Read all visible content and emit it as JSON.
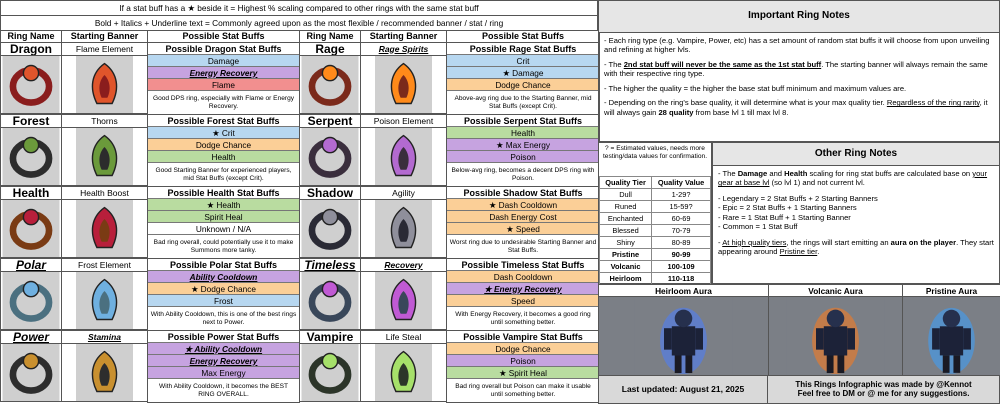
{
  "top": {
    "line1": "If a stat buff has a ★ beside it = Highest % scaling compared to other rings with the same stat buff",
    "line2": "Bold + Italics + Underline text = Commonly agreed upon as the most flexible / recommended banner / stat / ring"
  },
  "headers": {
    "ring_name": "Ring Name",
    "starting_banner": "Starting Banner",
    "possible_stat_buffs": "Possible Stat Buffs"
  },
  "rings_left": [
    {
      "name": "Dragon",
      "banner": "Flame Element",
      "title": "Possible Dragon Stat Buffs",
      "stats": [
        {
          "t": "Damage",
          "c": "c-blue"
        },
        {
          "t": "Energy Recovery",
          "c": "c-purple",
          "bi": true
        },
        {
          "t": "Flame",
          "c": "c-red"
        }
      ],
      "desc": "Good DPS ring, especially with Flame or Energy Recovery."
    },
    {
      "name": "Forest",
      "banner": "Thorns",
      "title": "Possible Forest Stat Buffs",
      "stats": [
        {
          "t": "★ Crit",
          "c": "c-blue"
        },
        {
          "t": "Dodge Chance",
          "c": "c-orange"
        },
        {
          "t": "Health",
          "c": "c-green"
        }
      ],
      "desc": "Good Starting Banner for experienced players, mid Stat Buffs (except Crit)."
    },
    {
      "name": "Health",
      "banner": "Health Boost",
      "title": "Possible Health Stat Buffs",
      "stats": [
        {
          "t": "★ Health",
          "c": "c-green"
        },
        {
          "t": "Spirit Heal",
          "c": "c-green"
        },
        {
          "t": "Unknown  /  N/A",
          "c": "c-white"
        }
      ],
      "desc": "Bad ring overall, could potentially use it to make Summons more tanky."
    },
    {
      "name": "Polar",
      "banner": "Frost Element",
      "title": "Possible Polar Stat Buffs",
      "stats": [
        {
          "t": "Ability Cooldown",
          "c": "c-purple",
          "bi": true
        },
        {
          "t": "★ Dodge Chance",
          "c": "c-orange"
        },
        {
          "t": "Frost",
          "c": "c-blue"
        }
      ],
      "desc": "With Ability Cooldown, this is one of the best rings next to Power."
    },
    {
      "name": "Power",
      "banner": "Stamina",
      "title": "Possible Power Stat Buffs",
      "stats": [
        {
          "t": "★ Ability Cooldown",
          "c": "c-purple",
          "bi": true
        },
        {
          "t": "Energy Recovery",
          "c": "c-purple",
          "bi": true
        },
        {
          "t": "Max Energy",
          "c": "c-purple"
        }
      ],
      "desc": "With Ability Cooldown, it becomes the BEST RING OVERALL."
    }
  ],
  "rings_right": [
    {
      "name": "Rage",
      "banner": "Rage Spirits",
      "title": "Possible Rage Stat Buffs",
      "stats": [
        {
          "t": "Crit",
          "c": "c-blue"
        },
        {
          "t": "★ Damage",
          "c": "c-blue"
        },
        {
          "t": "Dodge Chance",
          "c": "c-orange"
        }
      ],
      "desc": "Above-avg ring due to the Starting Banner, mid Stat Buffs (except Crit)."
    },
    {
      "name": "Serpent",
      "banner": "Poison Element",
      "title": "Possible Serpent Stat Buffs",
      "stats": [
        {
          "t": "Health",
          "c": "c-green"
        },
        {
          "t": "★ Max Energy",
          "c": "c-purple"
        },
        {
          "t": "Poison",
          "c": "c-purple"
        }
      ],
      "desc": "Below-avg ring, becomes a decent DPS ring with Poison."
    },
    {
      "name": "Shadow",
      "banner": "Agility",
      "title": "Possible Shadow Stat Buffs",
      "stats": [
        {
          "t": "★ Dash Cooldown",
          "c": "c-orange"
        },
        {
          "t": "Dash Energy Cost",
          "c": "c-orange"
        },
        {
          "t": "★ Speed",
          "c": "c-orange"
        }
      ],
      "desc": "Worst ring due to undesirable Starting Banner and Stat Buffs."
    },
    {
      "name": "Timeless",
      "banner": "Recovery",
      "title": "Possible Timeless Stat Buffs",
      "stats": [
        {
          "t": "Dash Cooldown",
          "c": "c-orange"
        },
        {
          "t": "★ Energy Recovery",
          "c": "c-purple",
          "bi": true
        },
        {
          "t": "Speed",
          "c": "c-orange"
        }
      ],
      "desc": "With Energy Recovery, it becomes a good ring until something better."
    },
    {
      "name": "Vampire",
      "banner": "Life Steal",
      "title": "Possible Vampire Stat Buffs",
      "stats": [
        {
          "t": "Dodge Chance",
          "c": "c-orange"
        },
        {
          "t": "Poison",
          "c": "c-purple"
        },
        {
          "t": "★ Spirit Heal",
          "c": "c-green"
        }
      ],
      "desc": "Bad ring overall but Poison can make it usable until something better."
    }
  ],
  "important": {
    "title": "Important Ring Notes",
    "p1": "- Each ring type (e.g. Vampire, Power, etc) has a set amount of random stat buffs it will choose from upon unveiling and refining at higher lvls.",
    "p2a": "- The ",
    "p2b": "2nd stat buff will never be the same as the 1st stat buff",
    "p2c": ". The starting banner will always remain the same with their respective ring type.",
    "p3": "- The higher the quality = the higher the base stat buff minimum and maximum values are.",
    "p4a": "- Depending on the ring's base quality, it will determine what is your max quality tier. ",
    "p4b": "Regardless of the ring rarity",
    "p4c": ", it will always gain ",
    "p4d": "28 quality",
    "p4e": " from base lvl 1 till max lvl 8."
  },
  "quality": {
    "note": "? = Estimated values, needs more testing/data values for confirmation.",
    "h1": "Quality Tier",
    "h2": "Quality Value",
    "rows": [
      {
        "tier": "Dull",
        "value": "1-29?",
        "b": false
      },
      {
        "tier": "Runed",
        "value": "15-59?",
        "b": false
      },
      {
        "tier": "Enchanted",
        "value": "60-69",
        "b": false
      },
      {
        "tier": "Blessed",
        "value": "70-79",
        "b": false
      },
      {
        "tier": "Shiny",
        "value": "80-89",
        "b": false
      },
      {
        "tier": "Pristine",
        "value": "90-99",
        "b": true
      },
      {
        "tier": "Volcanic",
        "value": "100-109",
        "b": true
      },
      {
        "tier": "Heirloom",
        "value": "110-118",
        "b": true
      }
    ]
  },
  "other": {
    "title": "Other Ring Notes",
    "p1a": "- The ",
    "p1b": "Damage",
    "p1c": " and ",
    "p1d": "Health",
    "p1e": " scaling for ring stat buffs are calculated base on ",
    "p1f": "your gear at base lvl",
    "p1g": " (so lvl 1) and not current lvl.",
    "l1": "- Legendary = 2 Stat Buffs + 2 Starting Banners",
    "l2": "- Epic = 2 Stat Buffs + 1 Starting Banners",
    "l3": "- Rare = 1 Stat Buff + 1 Starting Banner",
    "l4": "- Common = 1 Stat Buff",
    "p2a": "- ",
    "p2b": "At high quality tiers",
    "p2c": ", the rings will start emitting an ",
    "p2d": "aura on the player",
    "p2e": ". They start appearing around ",
    "p2f": "Pristine tier",
    "p2g": "."
  },
  "auras": [
    {
      "label": "Heirloom Aura",
      "glow": "#4a7dff"
    },
    {
      "label": "Volcanic Aura",
      "glow": "#ff7a1a"
    },
    {
      "label": "Pristine Aura",
      "glow": "#3aa0ff"
    }
  ],
  "footer": {
    "updated": "Last updated: August 21, 2025",
    "credit1": "This Rings Infographic was made by @Kennot",
    "credit2": "Feel free to DM or @ me for any suggestions."
  }
}
